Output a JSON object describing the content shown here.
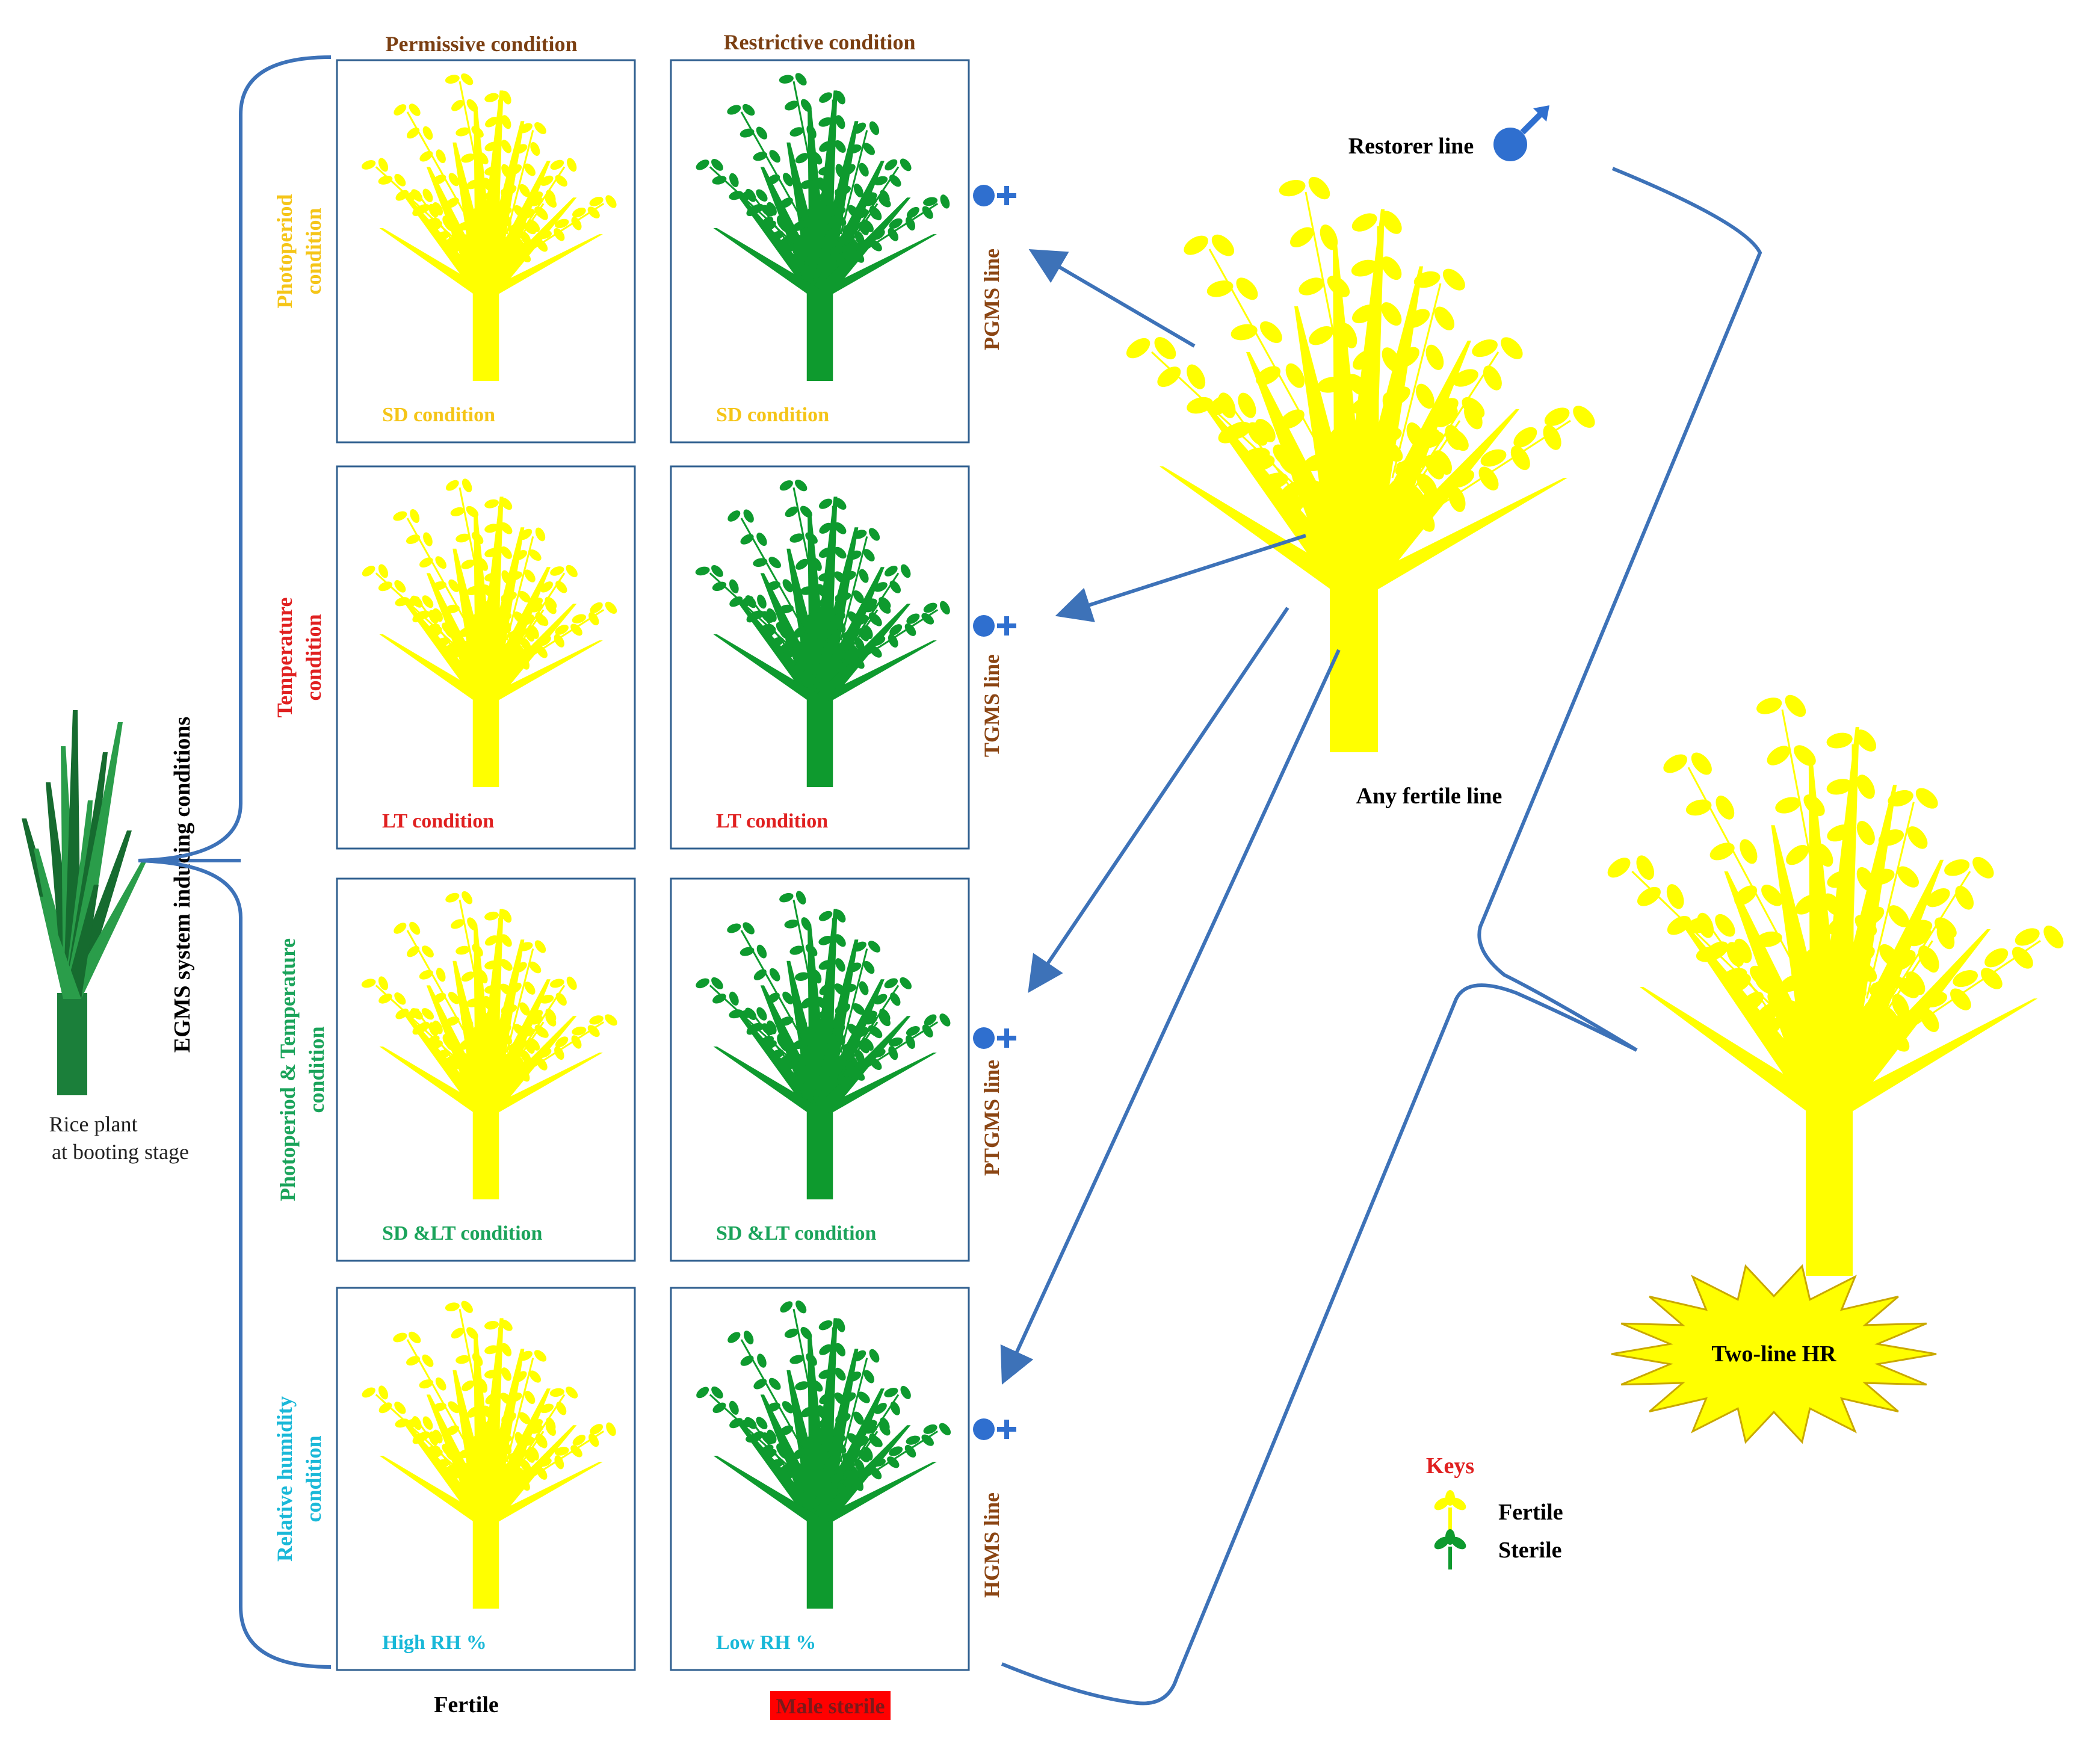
{
  "headers": {
    "permissive": "Permissive condition",
    "restrictive": "Restrictive condition"
  },
  "left_plant": {
    "caption_line1": "Rice plant",
    "caption_line2": "at booting stage"
  },
  "egms_label": "EGMS system inducing conditions",
  "rows": [
    {
      "category": "Photoperiod condition",
      "category_lines": [
        "Photoperiod",
        "condition"
      ],
      "category_color": "#f5c518",
      "condition": "SD condition",
      "condition_color": "#f5c518",
      "line_name": "PGMS line"
    },
    {
      "category": "Temperature condition",
      "category_lines": [
        "Temperature",
        "condition"
      ],
      "category_color": "#e02020",
      "condition": "LT condition",
      "condition_color": "#e02020",
      "line_name": "TGMS line"
    },
    {
      "category": "Photoperiod & Temperature condition",
      "category_lines": [
        "Photoperiod & Temperature",
        "condition"
      ],
      "category_color": "#1aa35a",
      "condition": "SD &LT condition",
      "condition_color": "#1aa35a",
      "line_name": "PTGMS line"
    },
    {
      "category": "Relative humidity condition",
      "category_lines": [
        "Relative humidity",
        "condition"
      ],
      "category_color": "#19b8d8",
      "condition_permissive": "High RH %",
      "condition_restrictive": "Low RH %",
      "condition_color": "#19b8d8",
      "line_name": "HGMS line"
    }
  ],
  "bottom_labels": {
    "fertile": "Fertile",
    "male_sterile": "Male sterile"
  },
  "restorer_line": "Restorer line",
  "any_fertile_line": "Any fertile line",
  "two_line_hr": "Two-line HR",
  "keys": {
    "title": "Keys",
    "fertile": "Fertile",
    "sterile": "Sterile"
  },
  "colors": {
    "fertile_yellow": "#ffff00",
    "sterile_green": "#0e9a2e",
    "arrow_blue": "#3d72b8",
    "line_label_brown": "#8b4513",
    "female_symbol": "#2f6fcf"
  }
}
